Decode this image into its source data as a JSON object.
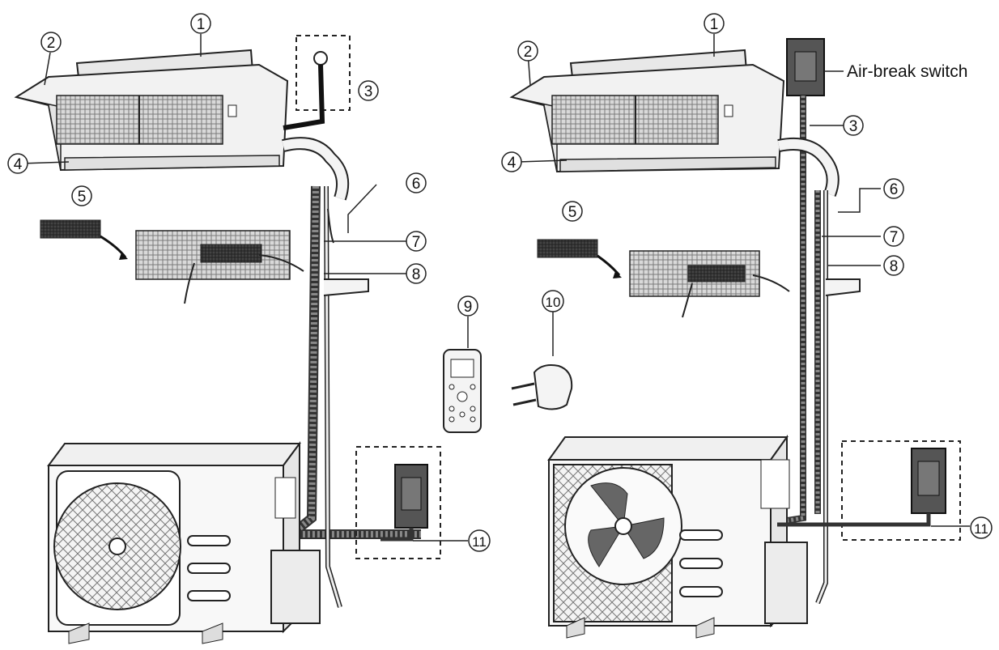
{
  "labels": {
    "air_break_switch": "Air-break switch"
  },
  "callouts": {
    "left": {
      "c1": "1",
      "c2": "2",
      "c3": "3",
      "c4": "4",
      "c5": "5",
      "c6": "6",
      "c7": "7",
      "c8": "8",
      "c9": "9",
      "c11": "11"
    },
    "right": {
      "c1": "1",
      "c2": "2",
      "c3": "3",
      "c4": "4",
      "c5": "5",
      "c6": "6",
      "c7": "7",
      "c8": "8",
      "c10": "10",
      "c11": "11"
    }
  }
}
